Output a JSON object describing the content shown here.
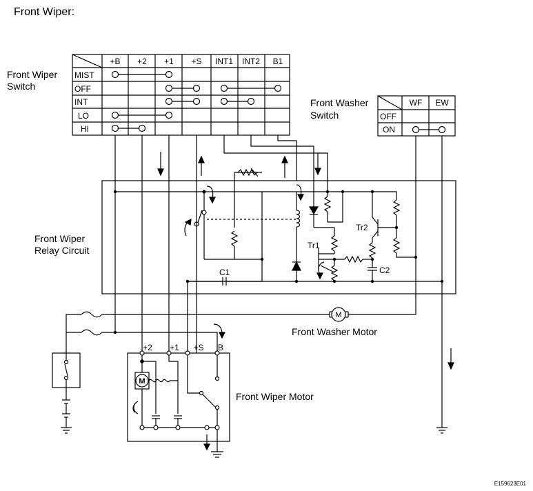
{
  "title": "Front Wiper:",
  "wiper_switch": {
    "label_line1": "Front Wiper",
    "label_line2": "Switch",
    "columns": [
      "+B",
      "+2",
      "+1",
      "+S",
      "INT1",
      "INT2",
      "B1"
    ],
    "rows": [
      "MIST",
      "OFF",
      "INT",
      "LO",
      "HI"
    ]
  },
  "washer_switch": {
    "label_line1": "Front Washer",
    "label_line2": "Switch",
    "columns": [
      "WF",
      "EW"
    ],
    "rows": [
      "OFF",
      "ON"
    ]
  },
  "relay": {
    "label_line1": "Front Wiper",
    "label_line2": "Relay Circuit",
    "tr1": "Tr1",
    "tr2": "Tr2",
    "c1": "C1",
    "c2": "C2"
  },
  "washer_motor": {
    "label": "Front Washer Motor",
    "symbol": "M"
  },
  "wiper_motor": {
    "label": "Front Wiper Motor",
    "symbol": "M",
    "terminals": [
      "+2",
      "+1",
      "+S",
      "B"
    ]
  },
  "figure_code": "E159623E01"
}
